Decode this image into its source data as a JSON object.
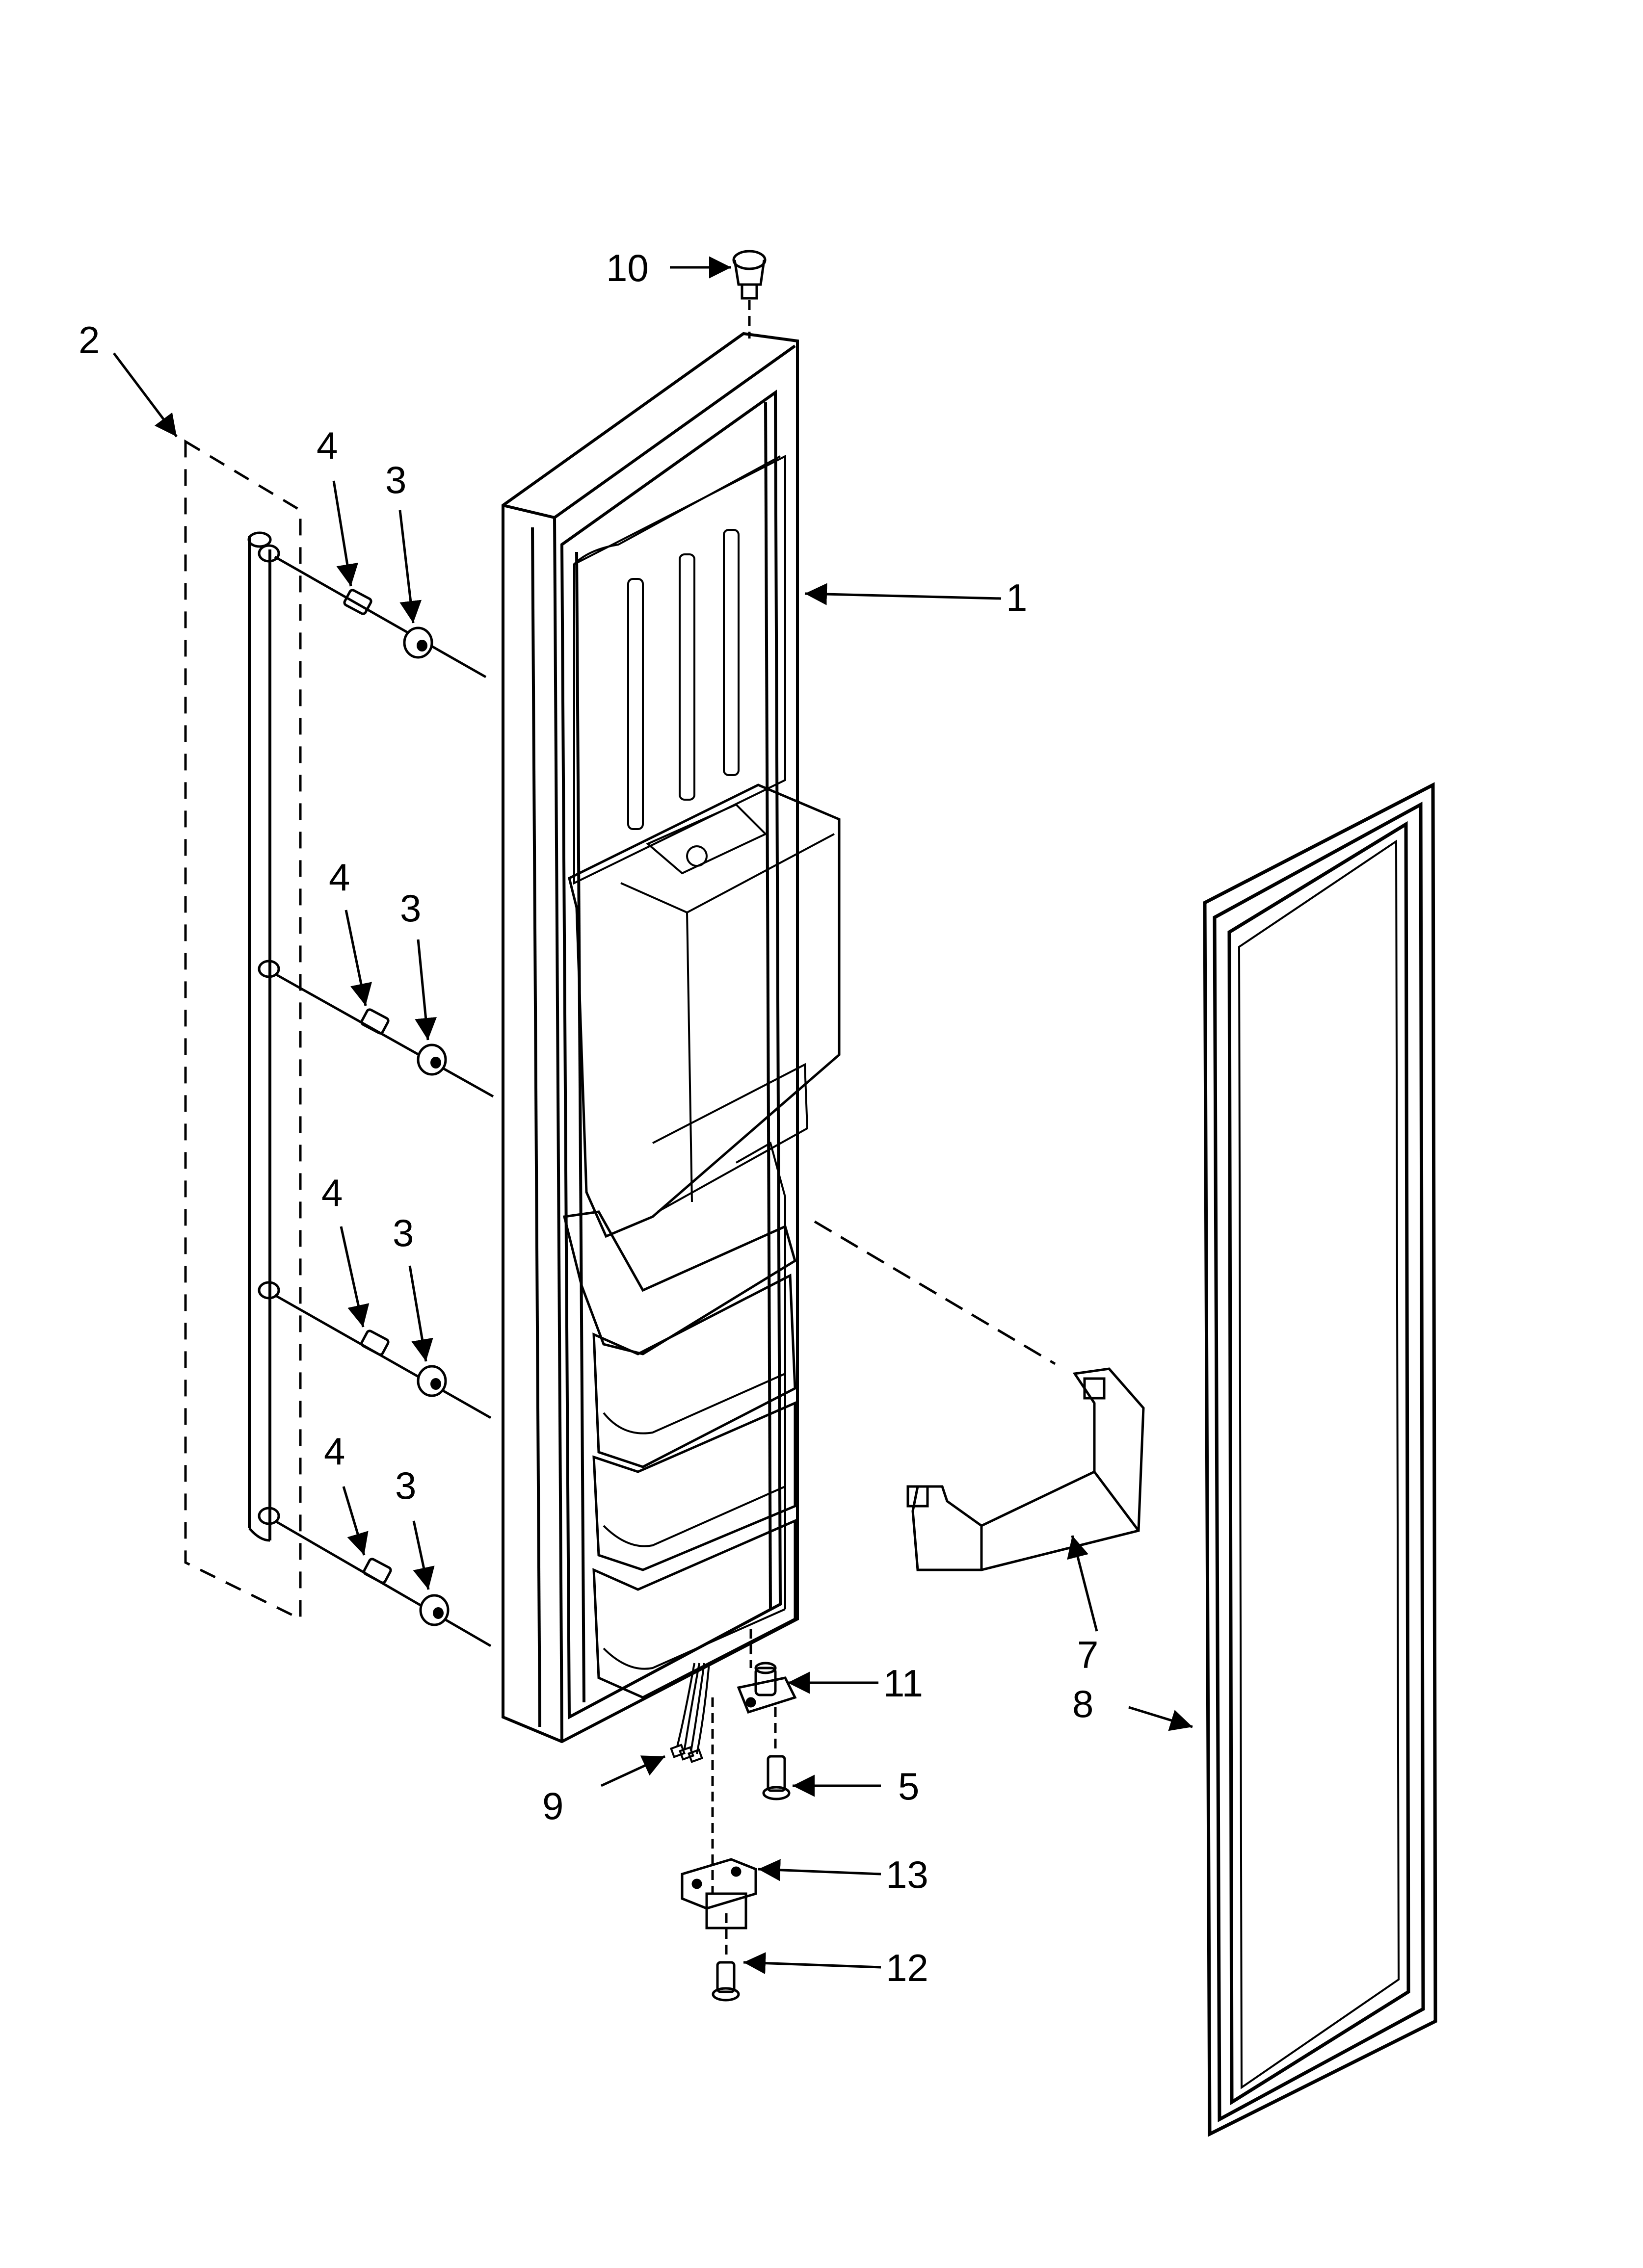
{
  "diagram": {
    "callouts": {
      "c1": "1",
      "c2": "2",
      "c3a": "3",
      "c3b": "3",
      "c3c": "3",
      "c3d": "3",
      "c4a": "4",
      "c4b": "4",
      "c4c": "4",
      "c4d": "4",
      "c5": "5",
      "c7": "7",
      "c8": "8",
      "c9": "9",
      "c10": "10",
      "c11": "11",
      "c12": "12",
      "c13": "13"
    },
    "line_color": "#000000",
    "background_color": "#ffffff"
  }
}
